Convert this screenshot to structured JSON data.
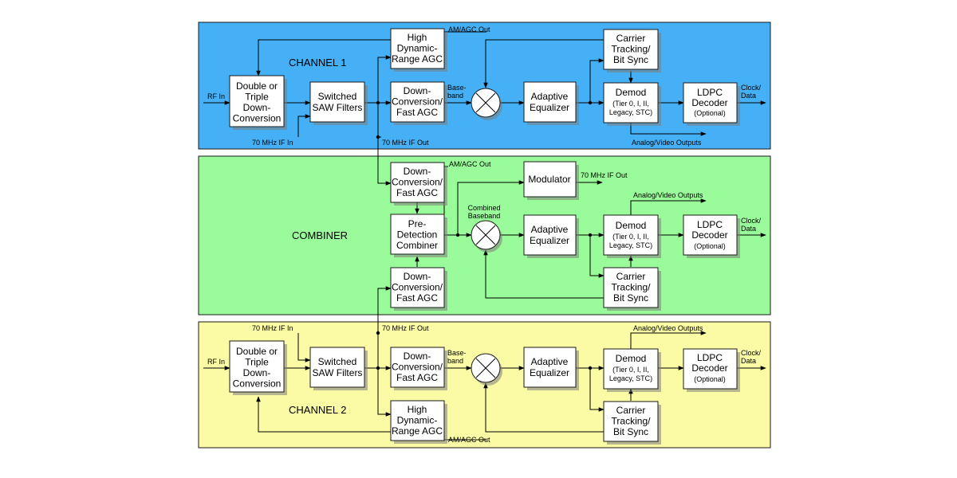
{
  "channel1": {
    "title": "CHANNEL 1",
    "blocks": {
      "downconv_triple": [
        "Double or",
        "Triple",
        "Down-",
        "Conversion"
      ],
      "saw": [
        "Switched",
        "SAW Filters"
      ],
      "hdr_agc": [
        "High",
        "Dynamic-",
        "Range AGC"
      ],
      "dc_fast": [
        "Down-",
        "Conversion/",
        "Fast AGC"
      ],
      "equalizer": [
        "Adaptive",
        "Equalizer"
      ],
      "carrier": [
        "Carrier",
        "Tracking/",
        "Bit Sync"
      ],
      "demod": [
        "Demod"
      ],
      "demod_sub": [
        "(Tier 0, I, II,",
        "Legacy, STC)"
      ],
      "ldpc": [
        "LDPC",
        "Decoder"
      ],
      "ldpc_sub": [
        "(Optional)"
      ]
    },
    "labels": {
      "rf_in": "RF In",
      "if_in": "70 MHz IF In",
      "agc_out": "AM/AGC Out",
      "baseband": [
        "Base-",
        "band"
      ],
      "if_out": "70 MHz IF Out",
      "clock_data": [
        "Clock/",
        "Data"
      ],
      "av_out": "Analog/Video Outputs"
    }
  },
  "combiner": {
    "title": "COMBINER",
    "blocks": {
      "dc_fast_top": [
        "Down-",
        "Conversion/",
        "Fast AGC"
      ],
      "predet": [
        "Pre-",
        "Detection",
        "Combiner"
      ],
      "dc_fast_bottom": [
        "Down-",
        "Conversion/",
        "Fast AGC"
      ],
      "modulator": [
        "Modulator"
      ],
      "equalizer": [
        "Adaptive",
        "Equalizer"
      ],
      "demod": [
        "Demod"
      ],
      "demod_sub": [
        "(Tier 0, I, II,",
        "Legacy, STC)"
      ],
      "carrier": [
        "Carrier",
        "Tracking/",
        "Bit Sync"
      ],
      "ldpc": [
        "LDPC",
        "Decoder"
      ],
      "ldpc_sub": [
        "(Optional)"
      ]
    },
    "labels": {
      "agc_out": "AM/AGC Out",
      "if_out": "70 MHz IF Out",
      "combined_bb": [
        "Combined",
        "Baseband"
      ],
      "av_out": "Analog/Video Outputs",
      "clock_data": [
        "Clock/",
        "Data"
      ]
    }
  },
  "channel2": {
    "title": "CHANNEL 2",
    "blocks": {
      "downconv_triple": [
        "Double or",
        "Triple",
        "Down-",
        "Conversion"
      ],
      "saw": [
        "Switched",
        "SAW Filters"
      ],
      "dc_fast": [
        "Down-",
        "Conversion/",
        "Fast AGC"
      ],
      "hdr_agc": [
        "High",
        "Dynamic-",
        "Range AGC"
      ],
      "equalizer": [
        "Adaptive",
        "Equalizer"
      ],
      "demod": [
        "Demod"
      ],
      "demod_sub": [
        "(Tier 0, I, II,",
        "Legacy, STC)"
      ],
      "carrier": [
        "Carrier",
        "Tracking/",
        "Bit Sync"
      ],
      "ldpc": [
        "LDPC",
        "Decoder"
      ],
      "ldpc_sub": [
        "(Optional)"
      ]
    },
    "labels": {
      "rf_in": "RF In",
      "if_in": "70 MHz IF In",
      "if_out": "70 MHz IF Out",
      "baseband": [
        "Base-",
        "band"
      ],
      "av_out": "Analog/Video Outputs",
      "clock_data": [
        "Clock/",
        "Data"
      ],
      "agc_out": "AM/AGC Out"
    }
  },
  "colors": {
    "channel1_band": "#45B0F5",
    "combiner_band": "#99FB99",
    "channel2_band": "#FBFBA6",
    "block_fill": "#FFFFFF"
  }
}
